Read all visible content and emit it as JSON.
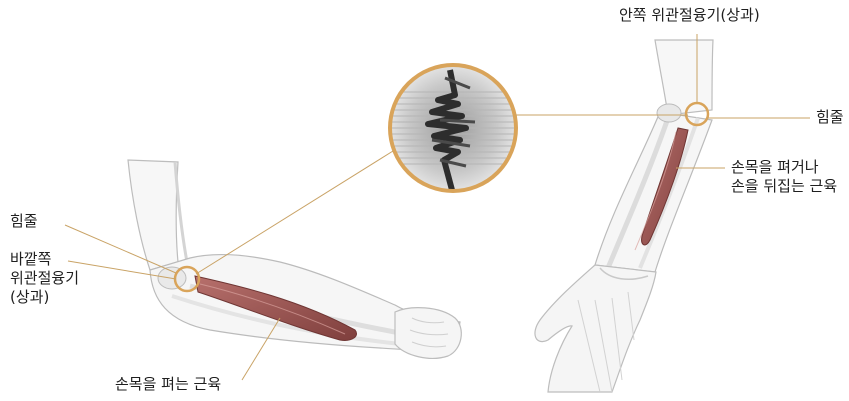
{
  "labels": {
    "medial_epicondyle": "안쪽 위관절융기(상과)",
    "tendon_right": "힘줄",
    "flexor_pronator": [
      "손목을 펴거나",
      "손을 뒤집는 근육"
    ],
    "tendon_left": "힘줄",
    "lateral_epicondyle": [
      "바깥쪽",
      "위관절융기",
      "(상과)"
    ],
    "wrist_extensor": "손목을 펴는 근육"
  },
  "colors": {
    "leader_line": "#c9a366",
    "highlight_ring": "#d9a45a",
    "muscle": "#a05a58",
    "outline": "#b9b9b9"
  }
}
